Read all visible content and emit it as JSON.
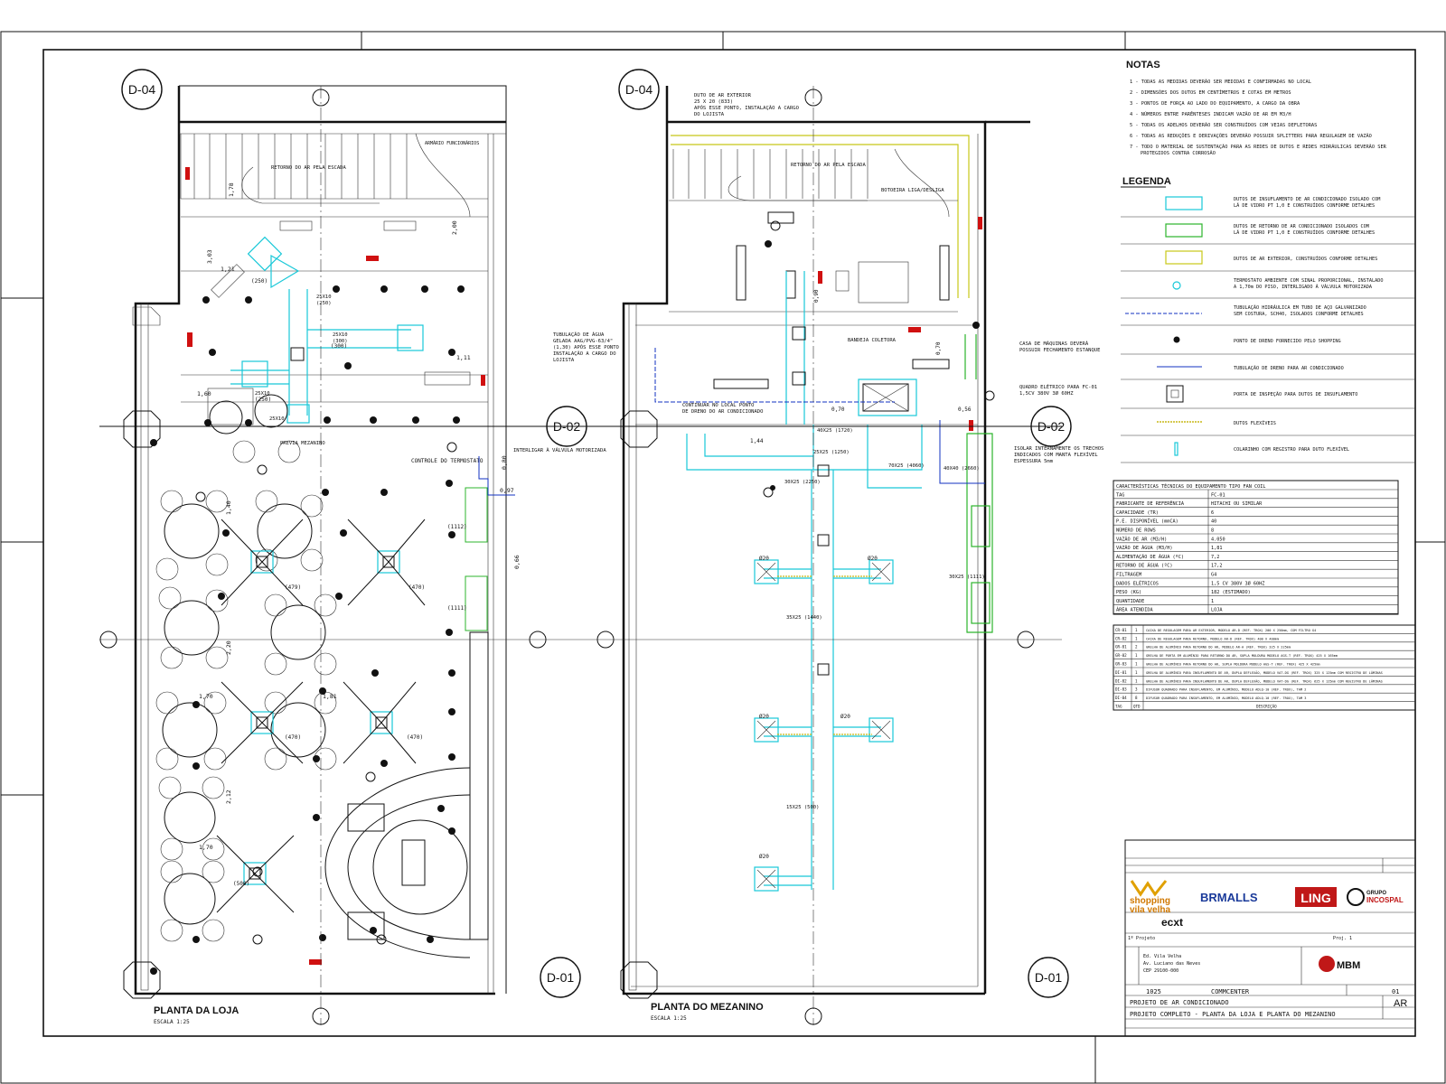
{
  "grid_markers": {
    "d04": "D-04",
    "d02": "D-02",
    "d01": "D-01"
  },
  "plan_loja": {
    "title": "PLANTA DA LOJA",
    "scale": "ESCALA 1:25",
    "labels": {
      "retorno_escada": "RETORNO DO AR PELA ESCADA",
      "armario": "ARMÁRIO FUNCIONÁRIOS",
      "previa_mezanino": "PREVIA MEZANINO",
      "controle_termostato": "CONTROLE DO TERMOSTATO",
      "interligar_valvula": "INTERLIGAR À VÁLVULA MOTORIZADA"
    },
    "dims": [
      "1,21",
      "3,03",
      "2,00",
      "1,11",
      "1,60",
      "1,78",
      "1,40",
      "2,20",
      "1,70",
      "1,81",
      "2,12",
      "1,70",
      "0,80",
      "0,97",
      "0,66"
    ],
    "flows": [
      "(1112)",
      "(479)",
      "(470)",
      "(1111)",
      "(470)",
      "(470)",
      "(500)",
      "(250)",
      "(300)",
      "(250)"
    ]
  },
  "plan_mezanino": {
    "title": "PLANTA DO MEZANINO",
    "scale": "ESCALA 1:25",
    "labels": {
      "duto_ar_exterior": "DUTO DE AR EXTERIOR 25 X 20 (833) APÓS ESSE PONTO, INSTALAÇÃO A CARGO DO LOJISTA",
      "retorno_escada": "RETORNO DO AR PELA ESCADA",
      "botoeira": "BOTOEIRA LIGA/DESLIGA",
      "tubulacao_agua": "TUBULAÇÃO DE ÁGUA GELADA AAG/PVG-63/4\" (1,30) APÓS ESSE PONTO INSTALAÇÃO A CARGO DO LOJISTA",
      "bandeja": "BANDEJA COLETORA",
      "casa_maquinas": "CASA DE MÁQUINAS DEVERÁ POSSUIR FECHAMENTO ESTANQUE",
      "quadro_eletrico": "QUADRO ELÉTRICO PARA FC-01 1,5CV 380V 3Ø 60HZ",
      "continuar_dreno": "CONTINUAR NO LOCAL PONTO DE DRENO DO AR CONDICIONADO",
      "isolar": "ISOLAR INTERNAMENTE OS TRECHOS INDICADOS COM MANTA FLEXÍVEL ESPESSURA 5mm"
    },
    "ducts": [
      "25X25 (1250)",
      "30X25 (2250)",
      "70X25 (4060)",
      "40X25 (1720)",
      "35X25 (1440)",
      "15X25 (500)",
      "30X25 (1111)",
      "40X40 (2660)"
    ]
  },
  "notas": {
    "title": "NOTAS",
    "items": [
      "1 - TODAS AS MEDIDAS DEVERÃO SER MEDIDAS E CONFIRMADAS NO LOCAL",
      "2 - DIMENSÕES DOS DUTOS EM CENTÍMETROS E COTAS EM METROS",
      "3 - PONTOS DE FORÇA AO LADO DO EQUIPAMENTO, A CARGO DA OBRA",
      "4 - NÚMEROS ENTRE PARÊNTESES INDICAM VAZÃO DE AR EM M3/H",
      "5 - TODAS OS ADELHOS DEVERÃO SER CONSTRUÍDOS COM VEIAS DEFLETORAS",
      "6 - TODAS AS REDUÇÕES E DERIVAÇÕES DEVERÃO POSSUIR SPLITTERS PARA REGULAGEM DE VAZÃO",
      "7 - TODO O MATERIAL DE SUSTENTAÇÃO PARA AS REDES DE DUTOS E REDES HIDRÁULICAS DEVERÃO SER PROTEGIDOS CONTRA CORROSÃO"
    ]
  },
  "legenda": {
    "title": "LEGENDA",
    "items": [
      {
        "symbol": "duct-cyan",
        "text": "DUTOS DE INSUFLAMENTO DE AR CONDICIONADO ISOLADO COM LÃ DE VIDRO PT 1,0 E CONSTRUÍDOS CONFORME DETALHES"
      },
      {
        "symbol": "duct-green",
        "text": "DUTOS DE RETORNO DE AR CONDICIONADO ISOLADOS COM LÃ DE VIDRO PT 1,0 E CONSTRUÍDOS CONFORME DETALHES"
      },
      {
        "symbol": "duct-yellow",
        "text": "DUTOS DE AR EXTERIOR, CONSTRUÍDOS CONFORME DETALHES"
      },
      {
        "symbol": "thermostat",
        "text": "TERMOSTATO AMBIENTE COM SINAL PROPORCIONAL, INSTALADO A 1,70m DO PISO, INTERLIGADO À VÁLVULA MOTORIZADA"
      },
      {
        "symbol": "dash-line",
        "text": "TUBULAÇÃO HIDRÁULICA EM TUBO DE AÇO GALVANIZADO SEM COSTURA, SCH40, ISOLADOS CONFORME DETALHES"
      },
      {
        "symbol": "drain-point",
        "text": "PONTO DE DRENO FORNECIDO PELO SHOPPING"
      },
      {
        "symbol": "blue-line",
        "text": "TUBULAÇÃO DE DRENO PARA AR CONDICIONADO"
      },
      {
        "symbol": "inspection",
        "text": "PORTA DE INSPEÇÃO PARA DUTOS DE INSUFLAMENTO"
      },
      {
        "symbol": "flex-duct",
        "text": "DUTOS FLEXÍVEIS"
      },
      {
        "symbol": "collar",
        "text": "COLARINHO COM REGISTRO PARA DUTO FLEXÍVEL"
      }
    ]
  },
  "specs": {
    "title": "CARACTERÍSTICAS TÉCNICAS DO EQUIPAMENTO TIPO FAN COIL",
    "rows": [
      [
        "TAG",
        "FC-01"
      ],
      [
        "FABRICANTE DE REFERÊNCIA",
        "HITACHI OU SIMILAR"
      ],
      [
        "CAPACIDADE (TR)",
        "6"
      ],
      [
        "P.E. DISPONÍVEL (mmCA)",
        "40"
      ],
      [
        "NÚMERO DE ROWS",
        "8"
      ],
      [
        "VAZÃO DE AR (M3/H)",
        "4.050"
      ],
      [
        "VAZÃO DE ÁGUA (M3/H)",
        "1,81"
      ],
      [
        "ALIMENTAÇÃO DE ÁGUA (ºC)",
        "7,2"
      ],
      [
        "RETORNO DE ÁGUA (ºC)",
        "17,2"
      ],
      [
        "FILTRAGEM",
        "G4"
      ],
      [
        "DADOS ELÉTRICOS",
        "1,5 CV 380V 3Ø 60HZ"
      ],
      [
        "PESO (KG)",
        "182 (ESTIMADO)"
      ],
      [
        "QUANTIDADE",
        "1"
      ],
      [
        "ÁREA ATENDIDA",
        "LOJA"
      ]
    ]
  },
  "materials": {
    "rows": [
      [
        "CR-01",
        "1",
        "CAIXA DE REGULAGEM PARA AR EXTERIOR, MODELO AR-D (REF. TROX) 200 X 250mm, COM FILTRO G4"
      ],
      [
        "CR-02",
        "1",
        "CAIXA DE REGULAGEM PARA RETORNO, MODELO AR-D (REF. TROX) 400 X 400mm"
      ],
      [
        "GR-01",
        "2",
        "GRELHA DE ALUMÍNIO PARA RETORNO DO AR, MODELO AR-A (REF. TROX) 325 X 225mm"
      ],
      [
        "GR-02",
        "1",
        "GRELHA DE PORTA EM ALUMÍNIO PARA RETORNO DO AR, SUPLA MOLDURA MODELO AGS-T (REF. TROX) 425 X 165mm"
      ],
      [
        "GR-03",
        "1",
        "GRELHA DE ALUMÍNIO PARA RETORNO DO AR, SUPLA MOLDURA MODELO AGS-T (REF. TROX) 425 X 425mm"
      ],
      [
        "DI-01",
        "1",
        "GRELHA DE ALUMÍNIO PARA INSUFLAMENTO DE AR, DUPLA DEFLEXÃO, MODELO VAT-DG (REF. TROX) 325 X 125mm COM REGISTRO DE LÂMINAS"
      ],
      [
        "DI-02",
        "1",
        "GRELHA DE ALUMÍNIO PARA INSUFLAMENTO DE AR, DUPLA DEFLEXÃO, MODELO VAT-DG (REF. TROX) 625 X 125mm COM REGISTRO DE LÂMINAS"
      ],
      [
        "DI-03",
        "3",
        "DIFUSOR QUADRADO PARA INSUFLAMENTO, EM ALUMÍNIO, MODELO ADLQ-10 (REF. TROX), TAM 2"
      ],
      [
        "DI-04",
        "8",
        "DIFUSOR QUADRADO PARA INSUFLAMENTO, EM ALUMÍNIO, MODELO ADLQ-10 (REF. TROX), TAM 3"
      ]
    ],
    "footer": [
      "TAG",
      "QTD",
      "DESCRIÇÃO"
    ]
  },
  "title_block": {
    "logos": [
      "shopping vila velha",
      "BRMALLS",
      "LING",
      "GRUPO INCOSPAL",
      "ecxt",
      "MBM"
    ],
    "project_code": "1025",
    "client": "COMMCENTER",
    "discipline": "AR",
    "line1": "PROJETO DE AR CONDICIONADO",
    "line2": "PROJETO COMPLETO - PLANTA DA LOJA E PLANTA DO MEZANINO",
    "sheet": "01"
  },
  "colors": {
    "supply_duct": "#18c8d8",
    "return_duct": "#2cb52c",
    "exterior_duct": "#c8c818",
    "drain": "#1030c0",
    "marker": "#d01010"
  }
}
